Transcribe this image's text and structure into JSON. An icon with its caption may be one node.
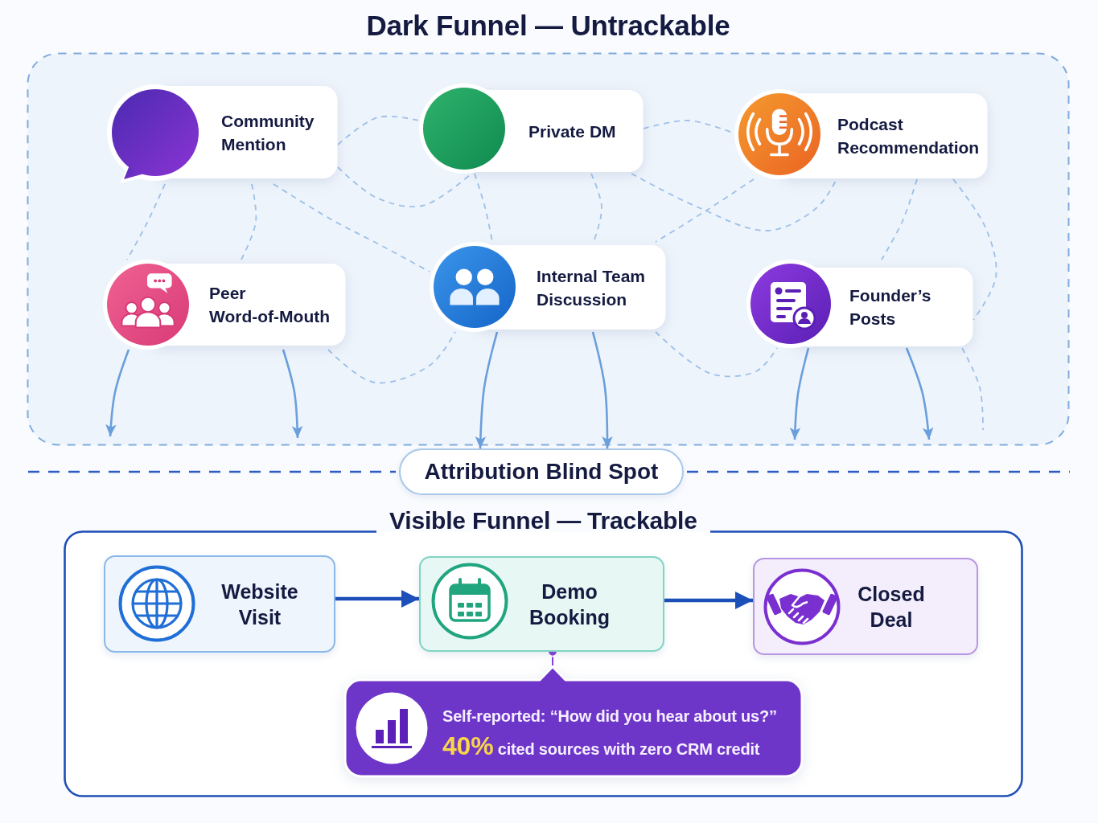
{
  "diagram": {
    "nodes": [
      {
        "text": [
          "Dark Funnel — Untrackable"
        ]
      },
      {
        "text": [
          "Community Mention"
        ],
        "in": 0
      },
      {
        "text": [
          "Private DM"
        ],
        "in": 0
      },
      {
        "text": [
          "Podcast Recommendation"
        ],
        "in": 0
      },
      {
        "text": [
          "Peer Word-of-Mouth"
        ],
        "in": 0
      },
      {
        "text": [
          "Internal Team Discussion"
        ],
        "in": 0
      },
      {
        "text": [
          "Founder’s Posts"
        ],
        "in": 0
      },
      {
        "text": [
          "Attribution Blind Spot"
        ]
      },
      {
        "text": [
          "Visible Funnel — Trackable"
        ]
      },
      {
        "text": [
          "Website Visit"
        ],
        "in": 8
      },
      {
        "text": [
          "Demo Booking"
        ],
        "in": 8
      },
      {
        "text": [
          "Closed Deal"
        ],
        "in": 8
      },
      {
        "text": [
          "Self-reported: “How did you hear about us?”",
          "**40%** cited sources with zero CRM credit"
        ],
        "in": 8
      }
    ],
    "edges": [
      {
        "from": 1,
        "to": 2,
        "arrow": "none",
        "style": "dashed"
      },
      {
        "from": 1,
        "to": 2,
        "arrow": "none",
        "style": "dashed"
      },
      {
        "from": 1,
        "to": 4,
        "arrow": "none",
        "style": "dashed"
      },
      {
        "from": 1,
        "to": 4,
        "arrow": "none",
        "style": "dashed"
      },
      {
        "from": 1,
        "to": 5,
        "arrow": "none",
        "style": "dashed"
      },
      {
        "from": 2,
        "to": 3,
        "arrow": "none",
        "style": "dashed"
      },
      {
        "from": 2,
        "to": 3,
        "arrow": "none",
        "style": "dashed"
      },
      {
        "from": 2,
        "to": 5,
        "arrow": "none",
        "style": "dashed"
      },
      {
        "from": 2,
        "to": 5,
        "arrow": "none",
        "style": "dashed"
      },
      {
        "from": 3,
        "to": 5,
        "arrow": "none",
        "style": "dashed"
      },
      {
        "from": 3,
        "to": 6,
        "arrow": "none",
        "style": "dashed"
      },
      {
        "from": 3,
        "to": 6,
        "arrow": "none",
        "style": "dashed"
      },
      {
        "from": 4,
        "to": 5,
        "arrow": "none",
        "style": "dashed"
      },
      {
        "from": 5,
        "to": 6,
        "arrow": "none",
        "style": "dashed"
      },
      {
        "from": 6,
        "to": null,
        "arrow": "none",
        "style": "dashed"
      },
      {
        "from": 4,
        "to": null,
        "arrow": "to",
        "color": "#6a9fdc"
      },
      {
        "from": 4,
        "to": null,
        "arrow": "to",
        "color": "#6a9fdc"
      },
      {
        "from": 5,
        "to": 7,
        "arrow": "to",
        "color": "#6a9fdc"
      },
      {
        "from": 5,
        "to": 7,
        "arrow": "to",
        "color": "#6a9fdc"
      },
      {
        "from": 6,
        "to": null,
        "arrow": "to",
        "color": "#6a9fdc"
      },
      {
        "from": 6,
        "to": null,
        "arrow": "to",
        "color": "#6a9fdc"
      },
      {
        "from": 9,
        "to": 10,
        "arrow": "to",
        "style": "thick",
        "color": "#1d4fb8"
      },
      {
        "from": 10,
        "to": 11,
        "arrow": "to",
        "style": "thick",
        "color": "#1d4fb8"
      },
      {
        "from": 12,
        "to": 10,
        "arrow": "other",
        "color": "#8a3fe0"
      }
    ]
  }
}
